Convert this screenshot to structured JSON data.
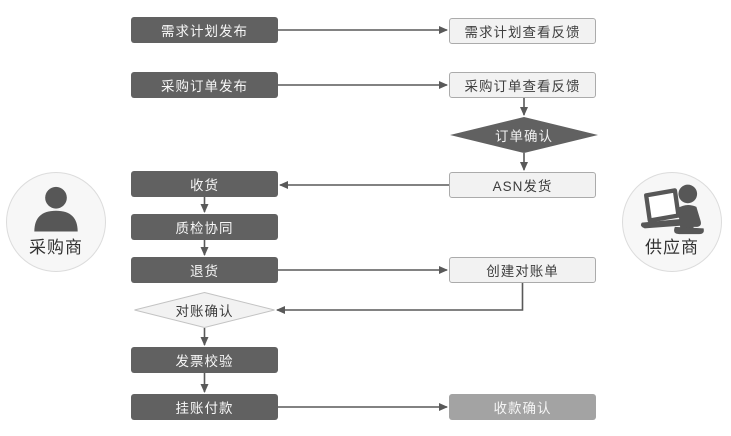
{
  "actors": {
    "buyer": {
      "label": "采购商"
    },
    "supplier": {
      "label": "供应商"
    }
  },
  "nodes": {
    "demand_plan_publish": "需求计划发布",
    "demand_plan_feedback": "需求计划查看反馈",
    "po_publish": "采购订单发布",
    "po_feedback": "采购订单查看反馈",
    "order_confirm": "订单确认",
    "asn_ship": "ASN发货",
    "receive_goods": "收货",
    "quality_collab": "质检协同",
    "return_goods": "退货",
    "create_statement": "创建对账单",
    "statement_confirm": "对账确认",
    "invoice_verify": "发票校验",
    "book_payment": "挂账付款",
    "payment_confirm": "收款确认"
  },
  "colors": {
    "dark_node": "#616161",
    "dark_node_text": "#f7f7f7",
    "light_node_bg": "#f2f2f2",
    "light_node_border": "#ababab",
    "light_node_text": "#3d3d3d",
    "medium_node": "#a3a3a3",
    "connector": "#595959",
    "avatar_bg": "#f7f7f7",
    "avatar_border": "#dcdcdc",
    "silhouette": "#575757"
  }
}
